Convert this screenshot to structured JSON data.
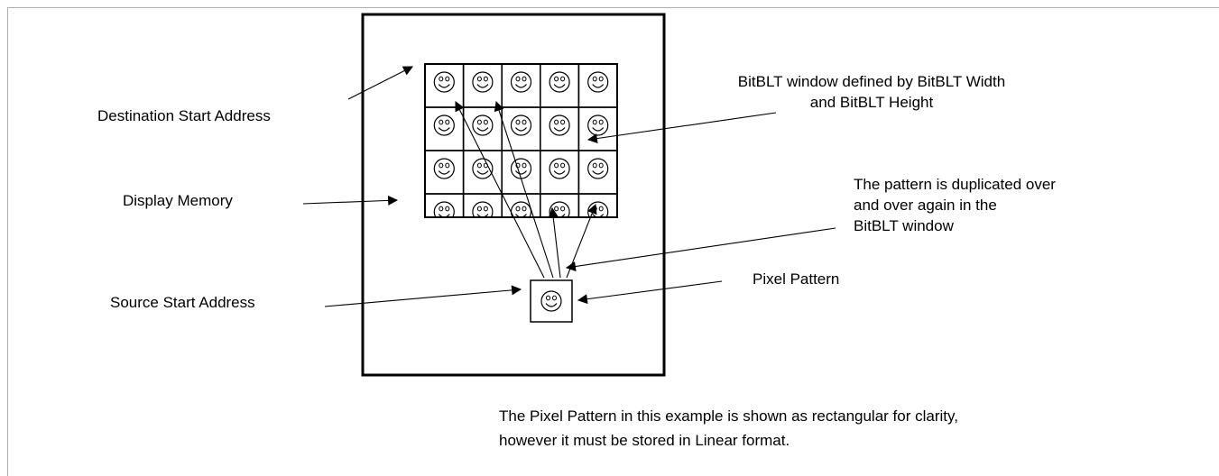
{
  "labels": {
    "destination": "Destination Start Address",
    "display_memory": "Display Memory",
    "source": "Source Start Address",
    "bitblt_window_line1": "BitBLT window defined by BitBLT Width",
    "bitblt_window_line2": "and BitBLT Height",
    "duplicated_line1": "The pattern is duplicated over",
    "duplicated_line2": "and over again in the",
    "duplicated_line3": "BitBLT window",
    "pixel_pattern": "Pixel Pattern"
  },
  "note": {
    "line1": "The Pixel Pattern in this example is shown as rectangular for clarity,",
    "line2": "however it must be stored in Linear format."
  },
  "grid": {
    "rows": 4,
    "cols": 5
  },
  "icons": {
    "cell": "smiley-face-icon",
    "pattern": "smiley-face-icon"
  }
}
